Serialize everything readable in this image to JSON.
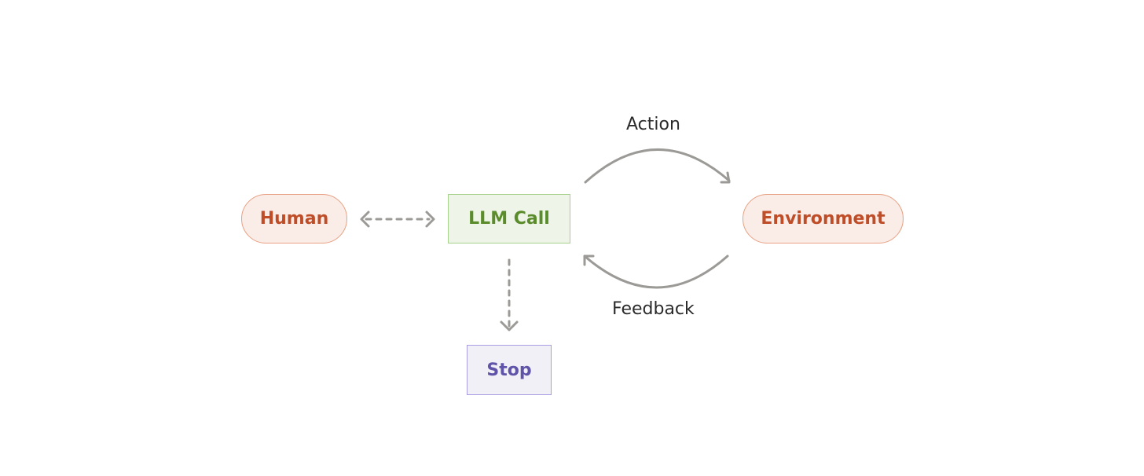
{
  "nodes": {
    "human": "Human",
    "llm_call": "LLM Call",
    "environment": "Environment",
    "stop": "Stop"
  },
  "edges": {
    "action": "Action",
    "feedback": "Feedback"
  },
  "colors": {
    "arrow": "#9b9a97",
    "human_fill": "#faece7",
    "human_text": "#bf4d28",
    "llm_fill": "#eef4e8",
    "llm_text": "#5a8c2c",
    "stop_fill": "#f1f0f7",
    "stop_text": "#5f54a7"
  }
}
